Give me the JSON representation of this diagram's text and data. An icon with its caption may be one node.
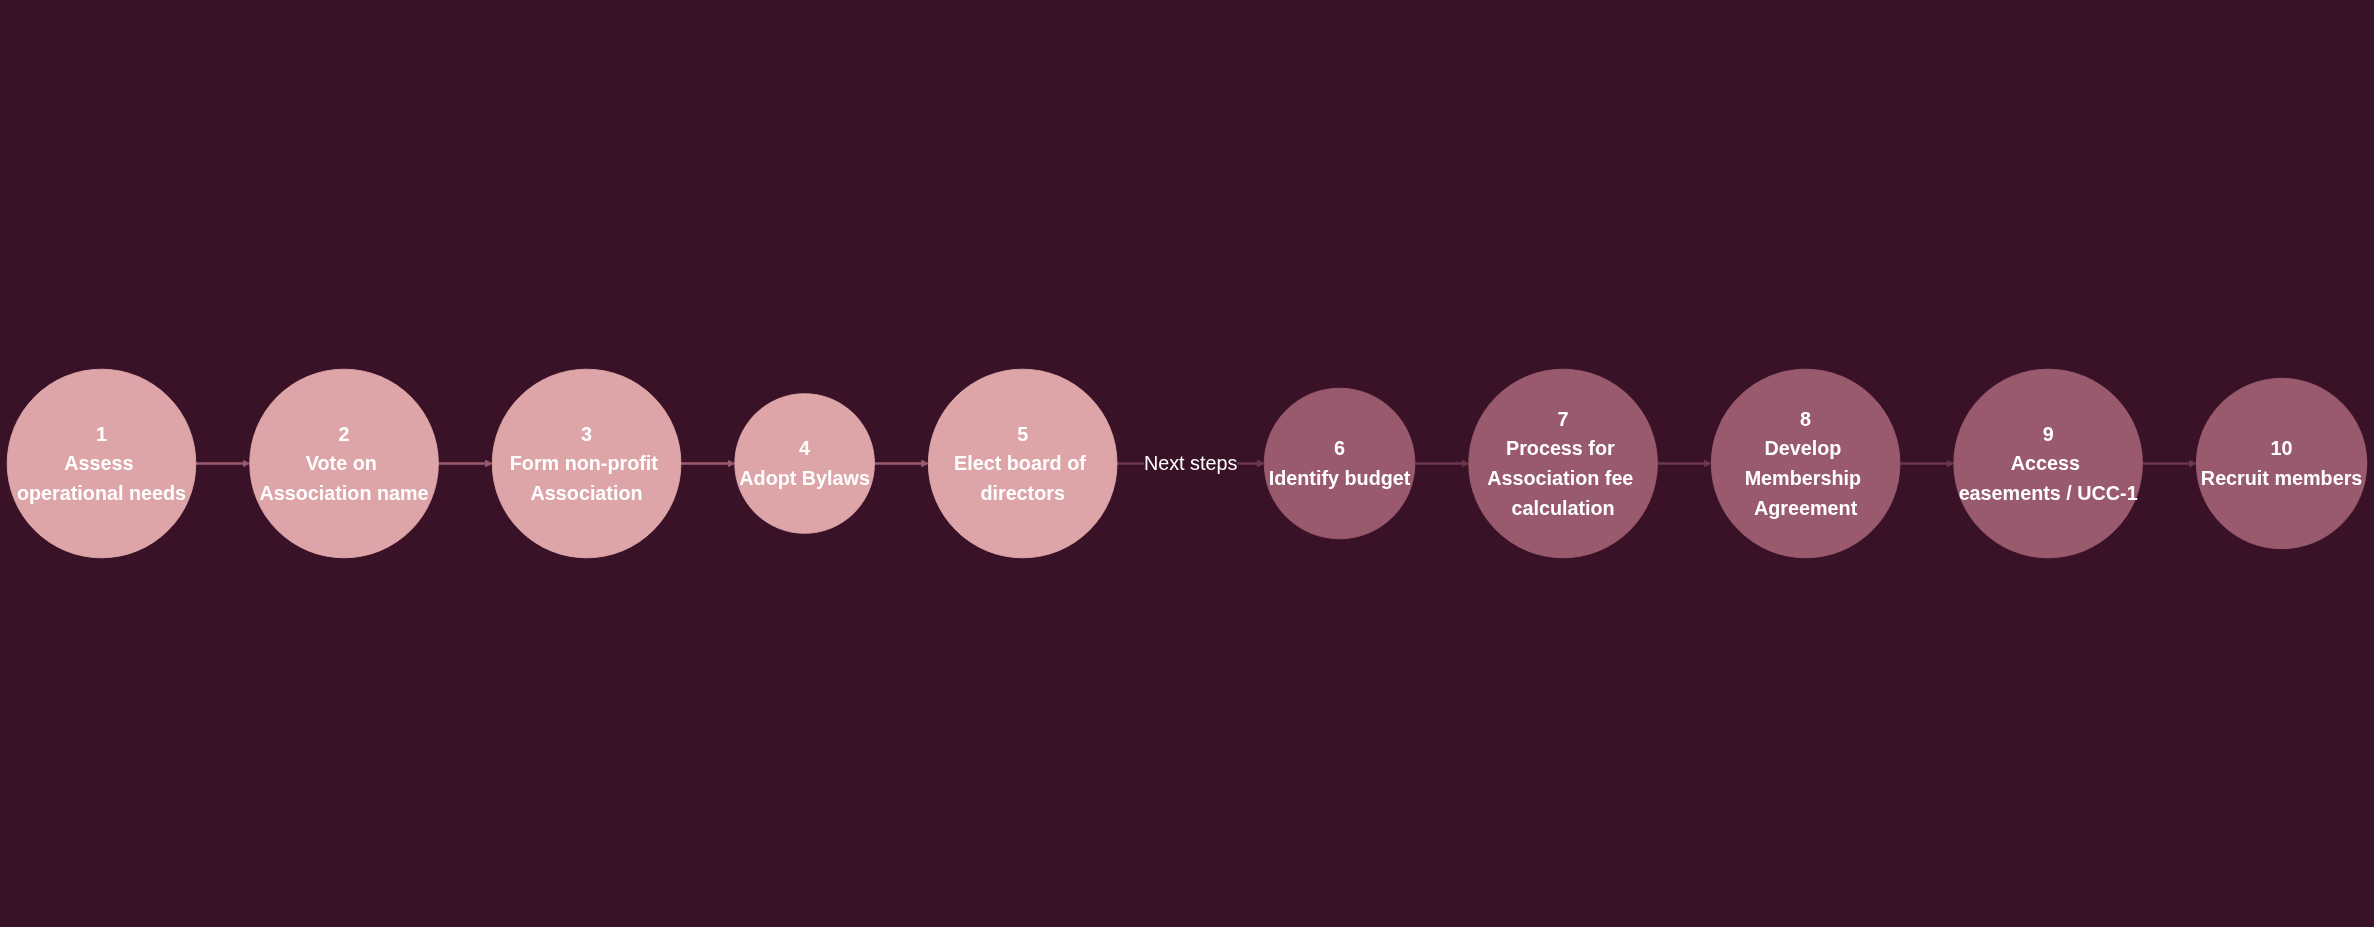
{
  "diagram": {
    "nodes": [
      {
        "text": [
          "1",
          "Assess operational needs"
        ]
      },
      {
        "text": [
          "2",
          "Vote on Association name"
        ]
      },
      {
        "text": [
          "3",
          "Form non-profit Association"
        ]
      },
      {
        "text": [
          "4",
          "Adopt Bylaws"
        ]
      },
      {
        "text": [
          "5",
          "Elect board of directors"
        ]
      },
      {
        "text": [
          "6",
          "Identify budget"
        ]
      },
      {
        "text": [
          "7",
          "Process for Association fee calculation"
        ]
      },
      {
        "text": [
          "8",
          "Develop Membership Agreement"
        ]
      },
      {
        "text": [
          "9",
          "Access easements / UCC-1"
        ]
      },
      {
        "text": [
          "10",
          "Recruit members"
        ]
      }
    ],
    "edges": [
      {
        "from": 0,
        "to": 1,
        "arrow": "to",
        "color": "#9a5a6e"
      },
      {
        "from": 1,
        "to": 2,
        "arrow": "to",
        "color": "#9a5a6e"
      },
      {
        "from": 2,
        "to": 3,
        "arrow": "to",
        "color": "#9a5a6e"
      },
      {
        "from": 3,
        "to": 4,
        "arrow": "to",
        "color": "#9a5a6e"
      },
      {
        "from": 4,
        "to": 5,
        "label": "Next steps",
        "arrow": "to"
      },
      {
        "from": 5,
        "to": 6,
        "arrow": "to"
      },
      {
        "from": 6,
        "to": 7,
        "arrow": "to"
      },
      {
        "from": 7,
        "to": 8,
        "arrow": "to"
      },
      {
        "from": 8,
        "to": 9,
        "arrow": "to"
      }
    ]
  }
}
